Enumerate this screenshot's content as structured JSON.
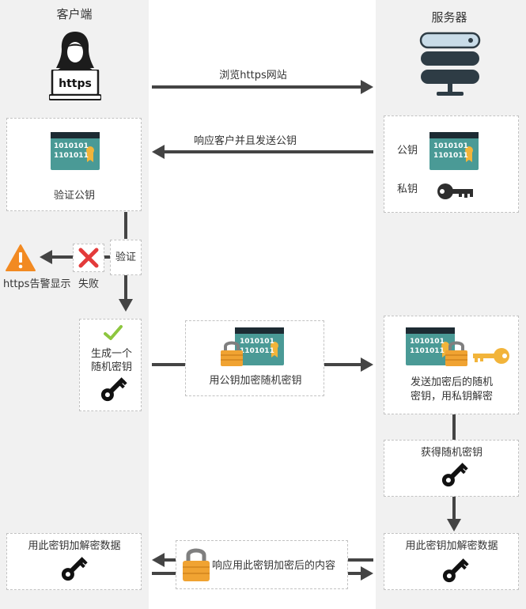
{
  "columns": {
    "client": "客户端",
    "server": "服务器"
  },
  "client_laptop_label": "https",
  "steps": {
    "browse": "浏览https网站",
    "respond_public_key": "响应客户并且发送公钥",
    "encrypt_random_key": "用公钥加密随机密钥",
    "respond_encrypted": "响应用此密钥加密后的内容"
  },
  "server_keys": {
    "public_key": "公钥",
    "private_key": "私钥"
  },
  "certificate": {
    "line1": "1010101",
    "line2": "1101011"
  },
  "client": {
    "verify_public_key": "验证公钥",
    "verify": "验证",
    "fail": "失败",
    "warning": "https告警显示",
    "generate_key_line1": "生成一个",
    "generate_key_line2": "随机密钥",
    "decrypt_data": "用此密钥加解密数据"
  },
  "server": {
    "send_decrypt_line1": "发送加密后的随机",
    "send_decrypt_line2": "密钥，用私钥解密",
    "obtain_key": "获得随机密钥",
    "decrypt_data": "用此密钥加解密数据"
  },
  "colors": {
    "arrow": "#444444",
    "cert_teal": "#4a9a96",
    "cert_dark": "#1d2b33",
    "lock_orange": "#f0a332",
    "key_black": "#111111",
    "key_gold": "#f2b43a",
    "check_green": "#8dc63f",
    "cross_red": "#e33b3b",
    "warning_orange": "#f28a22",
    "server_dark": "#2e3c45",
    "server_light": "#c9dce8"
  },
  "icons": [
    "user-icon",
    "laptop-icon",
    "server-icon",
    "certificate-icon",
    "key-icon",
    "lock-icon",
    "check-icon",
    "cross-icon",
    "warning-icon"
  ]
}
